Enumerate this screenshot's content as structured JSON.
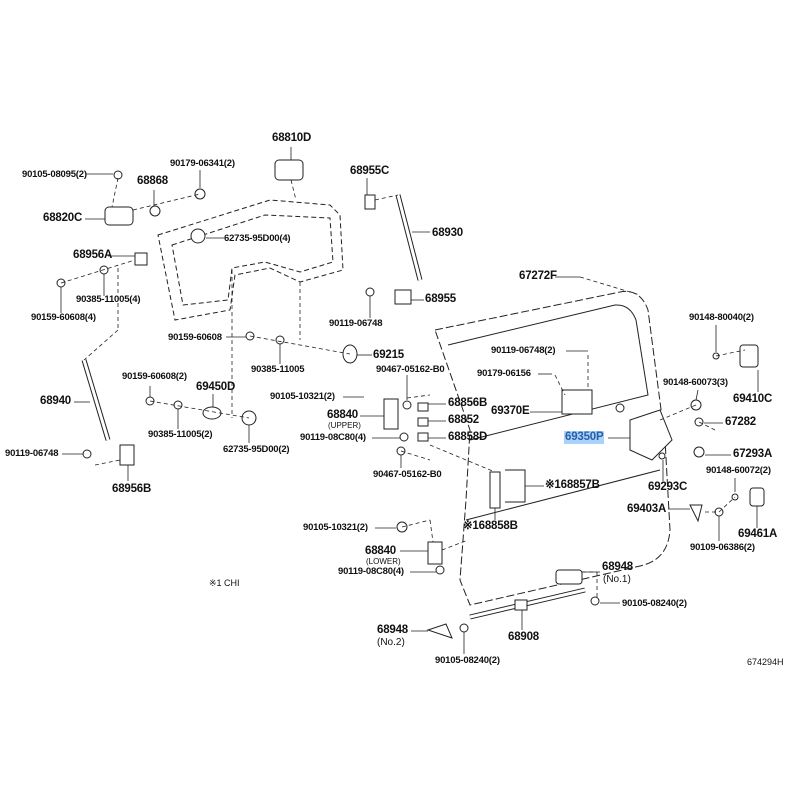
{
  "diagram": {
    "code": "674294H",
    "footnote": "※1  CHI",
    "highlight_color": "#a9d3fb",
    "labels": {
      "p68810D": "68810D",
      "p90105_08095": "90105-08095(2)",
      "p90179_06341": "90179-06341(2)",
      "p68868": "68868",
      "p68955C": "68955C",
      "p68820C": "68820C",
      "p62735_95D00_4": "62735-95D00(4)",
      "p68930": "68930",
      "p68956A": "68956A",
      "p90385_11005_4": "90385-11005(4)",
      "p90159_60608_4": "90159-60608(4)",
      "p90119_06748_a": "90119-06748",
      "p68955": "68955",
      "p67272F": "67272F",
      "p90159_60608": "90159-60608",
      "p90385_11005": "90385-11005",
      "p69215": "69215",
      "p90148_80040": "90148-80040(2)",
      "p90119_06748_2": "90119-06748(2)",
      "p90179_06156": "90179-06156",
      "p90467_05162_a": "90467-05162-B0",
      "p90159_60608_2": "90159-60608(2)",
      "p69450D": "69450D",
      "p68940": "68940",
      "p90105_10321_a": "90105-10321(2)",
      "p68856B": "68856B",
      "p68840_upper": "68840",
      "upper_note": "(UPPER)",
      "p68852": "68852",
      "p69370E": "69370E",
      "p90148_60073": "90148-60073(3)",
      "p69410C": "69410C",
      "p90385_11005_2": "90385-11005(2)",
      "p62735_95D00_2": "62735-95D00(2)",
      "p90119_08C80_a": "90119-08C80(4)",
      "p68858D": "68858D",
      "p67282": "67282",
      "p69350P": "69350P",
      "p90119_06748_b": "90119-06748",
      "p67293A": "67293A",
      "p90467_05162_b": "90467-05162-B0",
      "p68956B": "68956B",
      "p68857B": "※168857B",
      "p69293C": "69293C",
      "p90148_60072": "90148-60072(2)",
      "p69403A": "69403A",
      "p69461A": "69461A",
      "p90109_06386": "90109-06386(2)",
      "p90105_10321_b": "90105-10321(2)",
      "p68858B": "※168858B",
      "p68840_lower": "68840",
      "lower_note": "(LOWER)",
      "p90119_08C80_b": "90119-08C80(4)",
      "p68948_no1": "68948",
      "no1_note": "(No.1)",
      "p90105_08240_a": "90105-08240(2)",
      "p68948_no2": "68948",
      "no2_note": "(No.2)",
      "p68908": "68908",
      "p90105_08240_b": "90105-08240(2)"
    }
  }
}
